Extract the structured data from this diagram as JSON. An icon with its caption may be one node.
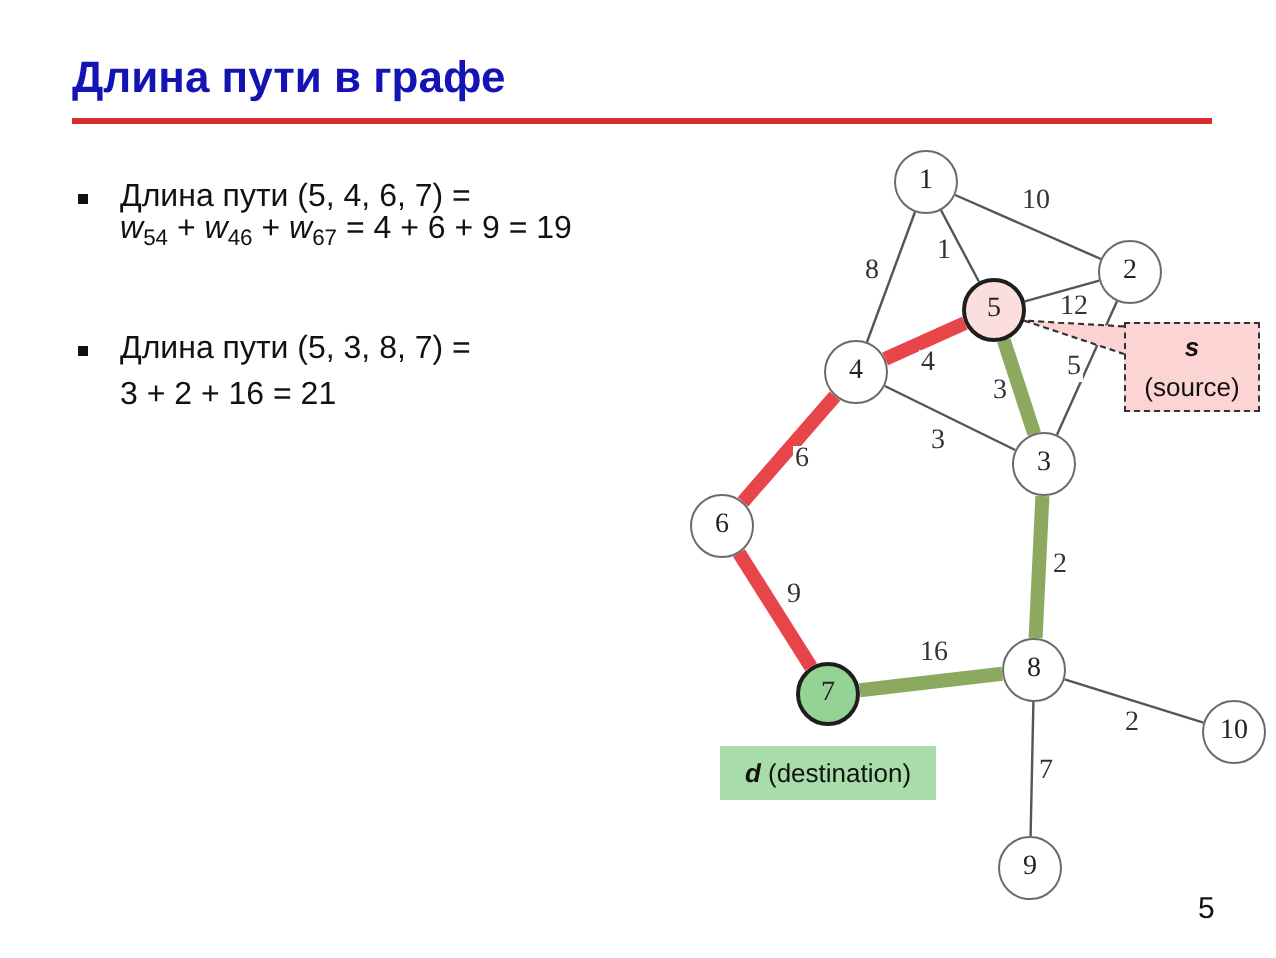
{
  "diagram": {
    "title": "Длина пути в графе",
    "nodes": [
      {
        "text": [
          "1"
        ]
      },
      {
        "text": [
          "2"
        ]
      },
      {
        "text": [
          "3"
        ]
      },
      {
        "text": [
          "4"
        ]
      },
      {
        "text": [
          "5"
        ]
      },
      {
        "text": [
          "6"
        ]
      },
      {
        "text": [
          "7"
        ]
      },
      {
        "text": [
          "8"
        ]
      },
      {
        "text": [
          "9"
        ]
      },
      {
        "text": [
          "10"
        ]
      },
      {
        "text": [
          "**s** (source)"
        ]
      },
      {
        "text": [
          "**d** (destination)"
        ]
      }
    ],
    "edges": [
      {
        "from": 0,
        "to": 1,
        "arrow": "none",
        "label": "10"
      },
      {
        "from": 0,
        "to": 3,
        "arrow": "none",
        "label": "8"
      },
      {
        "from": 0,
        "to": 4,
        "arrow": "none",
        "label": "1"
      },
      {
        "from": 4,
        "to": 1,
        "arrow": "none",
        "label": "12"
      },
      {
        "from": 1,
        "to": 2,
        "arrow": "none",
        "label": "5"
      },
      {
        "from": 4,
        "to": 3,
        "arrow": "none",
        "label": "4",
        "style": "thick",
        "color": "#e8454a"
      },
      {
        "from": 4,
        "to": 2,
        "arrow": "none",
        "label": "3",
        "style": "thick",
        "color": "#8caa5f"
      },
      {
        "from": 3,
        "to": 2,
        "arrow": "none",
        "label": "3"
      },
      {
        "from": 3,
        "to": 5,
        "arrow": "none",
        "label": "6",
        "style": "thick",
        "color": "#e8454a"
      },
      {
        "from": 5,
        "to": 6,
        "arrow": "none",
        "label": "9",
        "style": "thick",
        "color": "#e8454a"
      },
      {
        "from": 2,
        "to": 7,
        "arrow": "none",
        "label": "2",
        "style": "thick",
        "color": "#8caa5f"
      },
      {
        "from": 6,
        "to": 7,
        "arrow": "none",
        "label": "16",
        "style": "thick",
        "color": "#8caa5f"
      },
      {
        "from": 7,
        "to": 9,
        "arrow": "none",
        "label": "2"
      },
      {
        "from": 7,
        "to": 8,
        "arrow": "none",
        "label": "7"
      },
      {
        "from": 10,
        "to": 4,
        "arrow": "none",
        "style": "dashed"
      }
    ],
    "labels": [
      "Длина пути (5, 4, 6, 7) =",
      "*w*$_{54}$ + *w*$_{46}$ + *w*$_{67}$ = 4 + 6 + 9 = 19",
      "Длина пути (5, 3, 8, 7) =",
      "3 + 2 + 16 = 21",
      "5"
    ]
  }
}
